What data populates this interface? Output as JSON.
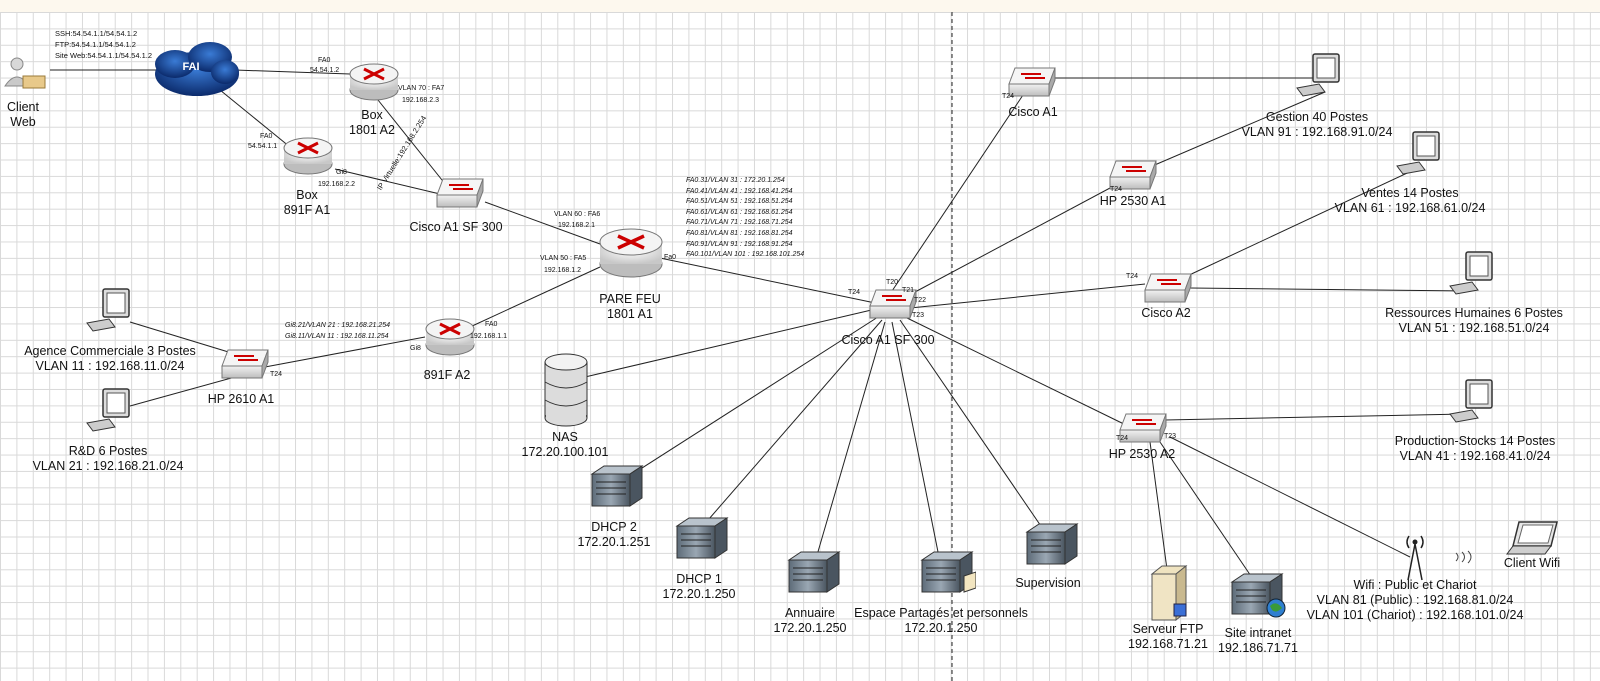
{
  "top_info": {
    "ssh": "SSH:54.54.1.1/54.54.1.2",
    "ftp": "FTP:54.54.1.1/54.54.1.2",
    "web": "Site Web:54.54.1.1/54.54.1.2"
  },
  "client_web": {
    "line1": "Client",
    "line2": "Web"
  },
  "fai": "FAI",
  "box1801": {
    "name": "Box",
    "model": "1801 A2",
    "port": "FA0",
    "ip": "54.54.1.2",
    "vlan": "VLAN 70 : FA7",
    "vlan_ip": "192.168.2.3"
  },
  "box891": {
    "name": "Box",
    "model": "891F A1",
    "port": "FA0",
    "ip": "54.54.1.1",
    "gi_port": "Gi8",
    "gi_ip": "192.168.2.2"
  },
  "ip_virtuelle": "IP Virtuelle:192.168.2.254",
  "cisco_sf300_top": "Cisco A1 SF 300",
  "pare_feu": {
    "name": "PARE FEU",
    "model": "1801 A1",
    "vlan60": "VLAN 60 : FA6",
    "vlan60_ip": "192.168.2.1",
    "vlan50": "VLAN 50 : FA5",
    "vlan50_ip": "192.168.1.2",
    "fa0": "Fa0"
  },
  "vlan_table": [
    "FA0.31/VLAN 31 : 172.20.1.254",
    "FA0.41/VLAN 41 : 192.168.41.254",
    "FA0.51/VLAN 51 : 192.168.51.254",
    "FA0.61/VLAN 61 : 192.168.61.254",
    "FA0.71/VLAN 71 : 192.168.71.254",
    "FA0.81/VLAN 81 : 192.168.81.254",
    "FA0.91/VLAN 91 : 192.168.91.254",
    "FA0.101/VLAN 101 : 192.168.101.254"
  ],
  "r891f_a2": {
    "name": "891F A2",
    "gi21": "Gi8.21/VLAN 21 : 192.168.21.254",
    "gi11": "Gi8.11/VLAN 11 : 192.168.11.254",
    "fa0": "FA0",
    "fa0_ip": "192.168.1.1",
    "gi": "Gi8"
  },
  "hp2610": {
    "name": "HP 2610 A1",
    "port": "T24"
  },
  "agence": {
    "title": "Agence Commerciale 3 Postes",
    "vlan": "VLAN 11 : 192.168.11.0/24"
  },
  "rd": {
    "title": "R&D 6 Postes",
    "vlan": "VLAN 21 : 192.168.21.0/24"
  },
  "nas": {
    "name": "NAS",
    "ip": "172.20.100.101"
  },
  "dhcp2": {
    "name": "DHCP 2",
    "ip": "172.20.1.251"
  },
  "dhcp1": {
    "name": "DHCP 1",
    "ip": "172.20.1.250"
  },
  "annuaire": {
    "name": "Annuaire",
    "ip": "172.20.1.250"
  },
  "espace": {
    "name": "Espace Partagés et personnels",
    "ip": "172.20.1.250"
  },
  "supervision": {
    "name": "Supervision"
  },
  "core": {
    "name": "Cisco A1 SF 300",
    "t24": "T24",
    "t20": "T20",
    "t21": "T21",
    "t22": "T22",
    "t23": "T23"
  },
  "cisco_a1": {
    "name": "Cisco A1",
    "port": "T24"
  },
  "hp2530a1": {
    "name": "HP 2530 A1",
    "port": "T24"
  },
  "cisco_a2": {
    "name": "Cisco A2",
    "port": "T24"
  },
  "hp2530a2": {
    "name": "HP 2530 A2",
    "port": "T24",
    "port2": "T23"
  },
  "gestion": {
    "title": "Gestion 40 Postes",
    "vlan": "VLAN 91 : 192.168.91.0/24"
  },
  "ventes": {
    "title": "Ventes 14 Postes",
    "vlan": "VLAN 61 : 192.168.61.0/24"
  },
  "rh": {
    "title": "Ressources Humaines 6 Postes",
    "vlan": "VLAN 51 : 192.168.51.0/24"
  },
  "production": {
    "title": "Production-Stocks 14 Postes",
    "vlan": "VLAN 41 : 192.168.41.0/24"
  },
  "ftp_server": {
    "name": "Serveur FTP",
    "ip": "192.168.71.21"
  },
  "intranet": {
    "name": "Site intranet",
    "ip": "192.186.71.71"
  },
  "wifi": {
    "title": "Wifi : Public et Chariot",
    "vlan81": "VLAN 81 (Public) : 192.168.81.0/24",
    "vlan101": "VLAN 101 (Chariot) : 192.168.101.0/24"
  },
  "client_wifi": "Client Wifi"
}
